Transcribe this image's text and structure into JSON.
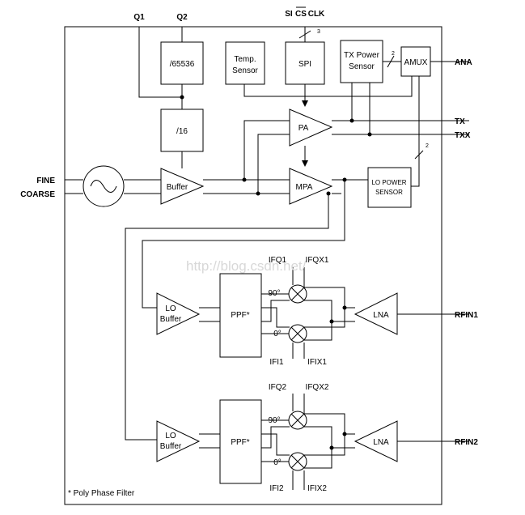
{
  "pins": {
    "q1": "Q1",
    "q2": "Q2",
    "si": "SI",
    "cs": "CS",
    "clk": "CLK",
    "ana": "ANA",
    "tx": "TX",
    "txx": "TXX",
    "fine": "FINE",
    "coarse": "COARSE",
    "rfin1": "RFIN1",
    "rfin2": "RFIN2"
  },
  "blocks": {
    "div65536": "/65536",
    "temp_line1": "Temp.",
    "temp_line2": "Sensor",
    "spi": "SPI",
    "txpwr_line1": "TX Power",
    "txpwr_line2": "Sensor",
    "amux": "AMUX",
    "div16": "/16",
    "buffer": "Buffer",
    "pa": "PA",
    "mpa": "MPA",
    "lopwr_line1": "LO POWER",
    "lopwr_line2": "SENSOR",
    "lobuf1_line1": "LO",
    "lobuf1_line2": "Buffer",
    "ppf1": "PPF*",
    "lna1": "LNA",
    "lobuf2_line1": "LO",
    "lobuf2_line2": "Buffer",
    "ppf2": "PPF*",
    "lna2": "LNA"
  },
  "bus_widths": {
    "spi_bus": "3",
    "txpwr_amux_bus": "2",
    "lopwr_amux_bus": "2"
  },
  "mixer_chain1": {
    "phase_90": "90°",
    "phase_0": "0°",
    "ifq": "IFQ1",
    "ifqx": "IFQX1",
    "ifi": "IFI1",
    "ifix": "IFIX1"
  },
  "mixer_chain2": {
    "phase_90": "90°",
    "phase_0": "0°",
    "ifq": "IFQ2",
    "ifqx": "IFQX2",
    "ifi": "IFI2",
    "ifix": "IFIX2"
  },
  "footnote": "* Poly Phase Filter",
  "watermark": "http://blog.csdn.net/"
}
